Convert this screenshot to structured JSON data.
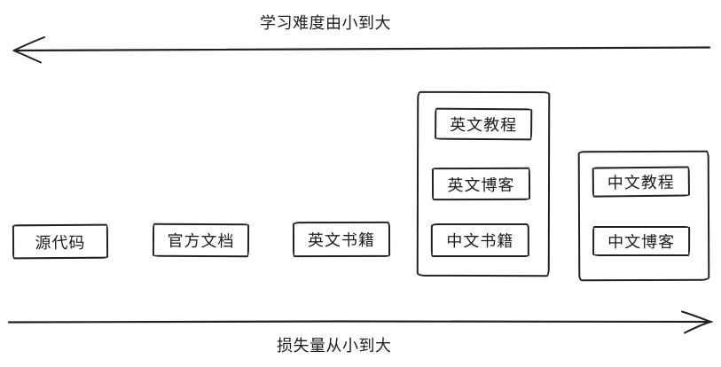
{
  "axes": {
    "top": {
      "label": "学习难度由小到大",
      "direction": "left"
    },
    "bottom": {
      "label": "损失量从小到大",
      "direction": "right"
    }
  },
  "standalone_boxes": [
    {
      "label": "源代码"
    },
    {
      "label": "官方文档"
    },
    {
      "label": "英文书籍"
    }
  ],
  "group_boxes": [
    {
      "items": [
        {
          "label": "英文教程"
        },
        {
          "label": "英文博客"
        },
        {
          "label": "中文书籍"
        }
      ]
    },
    {
      "items": [
        {
          "label": "中文教程"
        },
        {
          "label": "中文博客"
        }
      ]
    }
  ],
  "colors": {
    "stroke": "#212121",
    "background": "#ffffff"
  }
}
